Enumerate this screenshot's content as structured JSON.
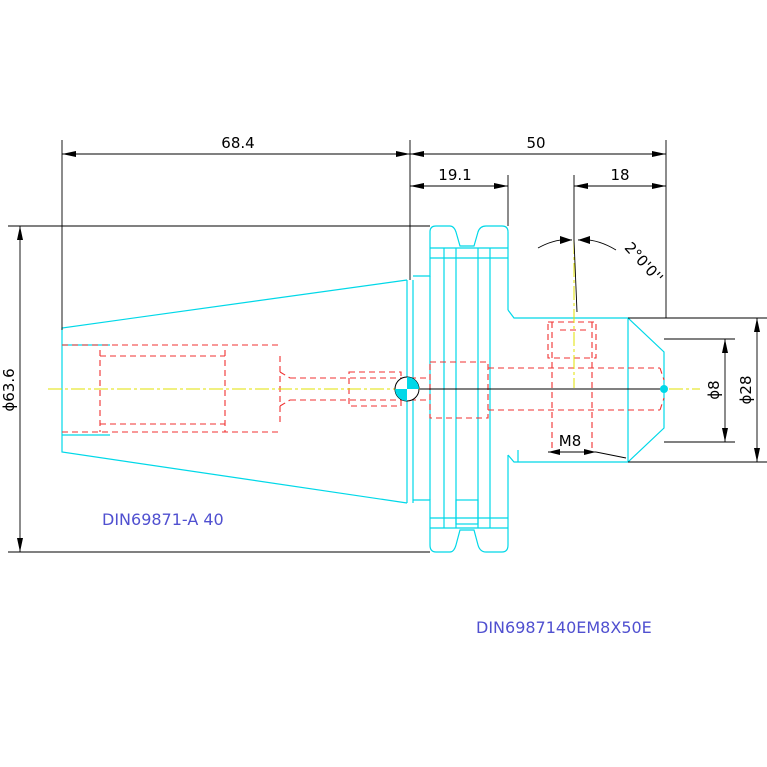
{
  "dimensions": {
    "taper_length": "68.4",
    "total_length": "50",
    "flange_width": "19.1",
    "nose_length": "18",
    "taper_angle": "2°0'0''",
    "taper_diameter": "ϕ63.6",
    "bore_diameter": "ϕ8",
    "nose_diameter": "ϕ28",
    "thread": "M8"
  },
  "labels": {
    "shank_standard": "DIN69871-A 40",
    "part_code": "DIN6987140EM8X50E"
  },
  "colors": {
    "outline": "#00d8e8",
    "hidden": "#f03030",
    "dimension": "#000000",
    "centerline": "#e0e000",
    "label": "#5050d0"
  }
}
